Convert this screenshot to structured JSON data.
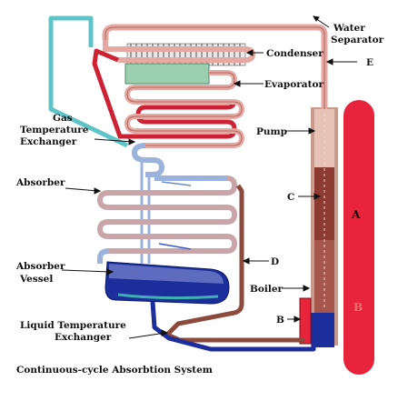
{
  "labels": {
    "water_separator_1": "Water",
    "water_separator_2": "Separator",
    "condenser": "Condenser",
    "e": "E",
    "evaporator": "Evaporator",
    "gas_temp_1": "Gas",
    "gas_temp_2": "Temperature",
    "gas_temp_3": "Exchanger",
    "pump": "Pump",
    "absorber": "Absorber",
    "c": "C",
    "a": "A",
    "d": "D",
    "absorber_vessel_1": "Absorber",
    "absorber_vessel_2": "Vessel",
    "boiler": "Boiler",
    "b": "B",
    "liquid_temp_1": "Liquid Temperature",
    "liquid_temp_2": "Exchanger"
  },
  "caption": "Continuous-cycle Absorbtion System",
  "colors": {
    "pipe_pink": "#e8a8a2",
    "pipe_red": "#cc2233",
    "pipe_brown": "#8b4a3c",
    "pipe_blue": "#9bb2dc",
    "pipe_teal": "#5ec4c8",
    "vessel_blue": "#1c2e9c",
    "tank_red": "#e8243c",
    "evaporator_green": "#9ccfb0"
  }
}
